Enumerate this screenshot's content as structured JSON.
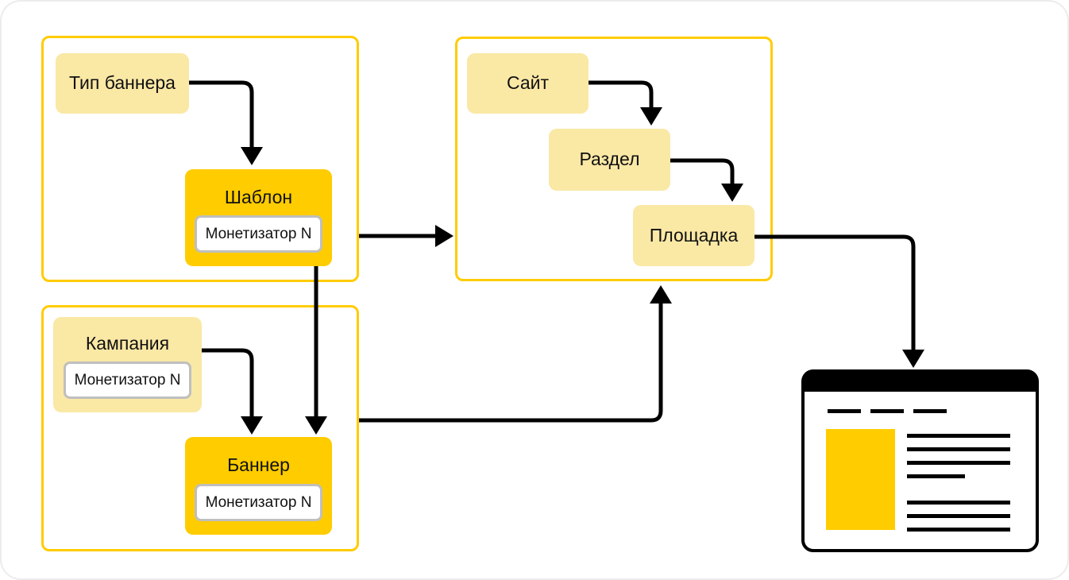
{
  "diagram": {
    "colors": {
      "accent": "#FFCC00",
      "light": "#FAE8A5",
      "chip_border": "#BFBFBF",
      "line": "#000000"
    },
    "nodes": {
      "banner_type": {
        "label": "Тип баннера"
      },
      "template": {
        "label": "Шаблон",
        "monetizer": "Монетизатор N"
      },
      "campaign": {
        "label": "Кампания",
        "monetizer": "Монетизатор N"
      },
      "banner": {
        "label": "Баннер",
        "monetizer": "Монетизатор N"
      },
      "site": {
        "label": "Сайт"
      },
      "section": {
        "label": "Раздел"
      },
      "placement": {
        "label": "Площадка"
      }
    },
    "edges": [
      {
        "from": "banner_type",
        "to": "template"
      },
      {
        "from": "campaign",
        "to": "banner"
      },
      {
        "from": "template",
        "to": "banner"
      },
      {
        "from": "template_group",
        "to": "site_group"
      },
      {
        "from": "banner_group",
        "to": "site_group"
      },
      {
        "from": "site",
        "to": "section"
      },
      {
        "from": "section",
        "to": "placement"
      },
      {
        "from": "placement",
        "to": "webpage_icon"
      }
    ],
    "webpage_icon": {
      "ad_color": "#FFCC00",
      "nav_dashes": 3,
      "text_lines": 7
    }
  }
}
